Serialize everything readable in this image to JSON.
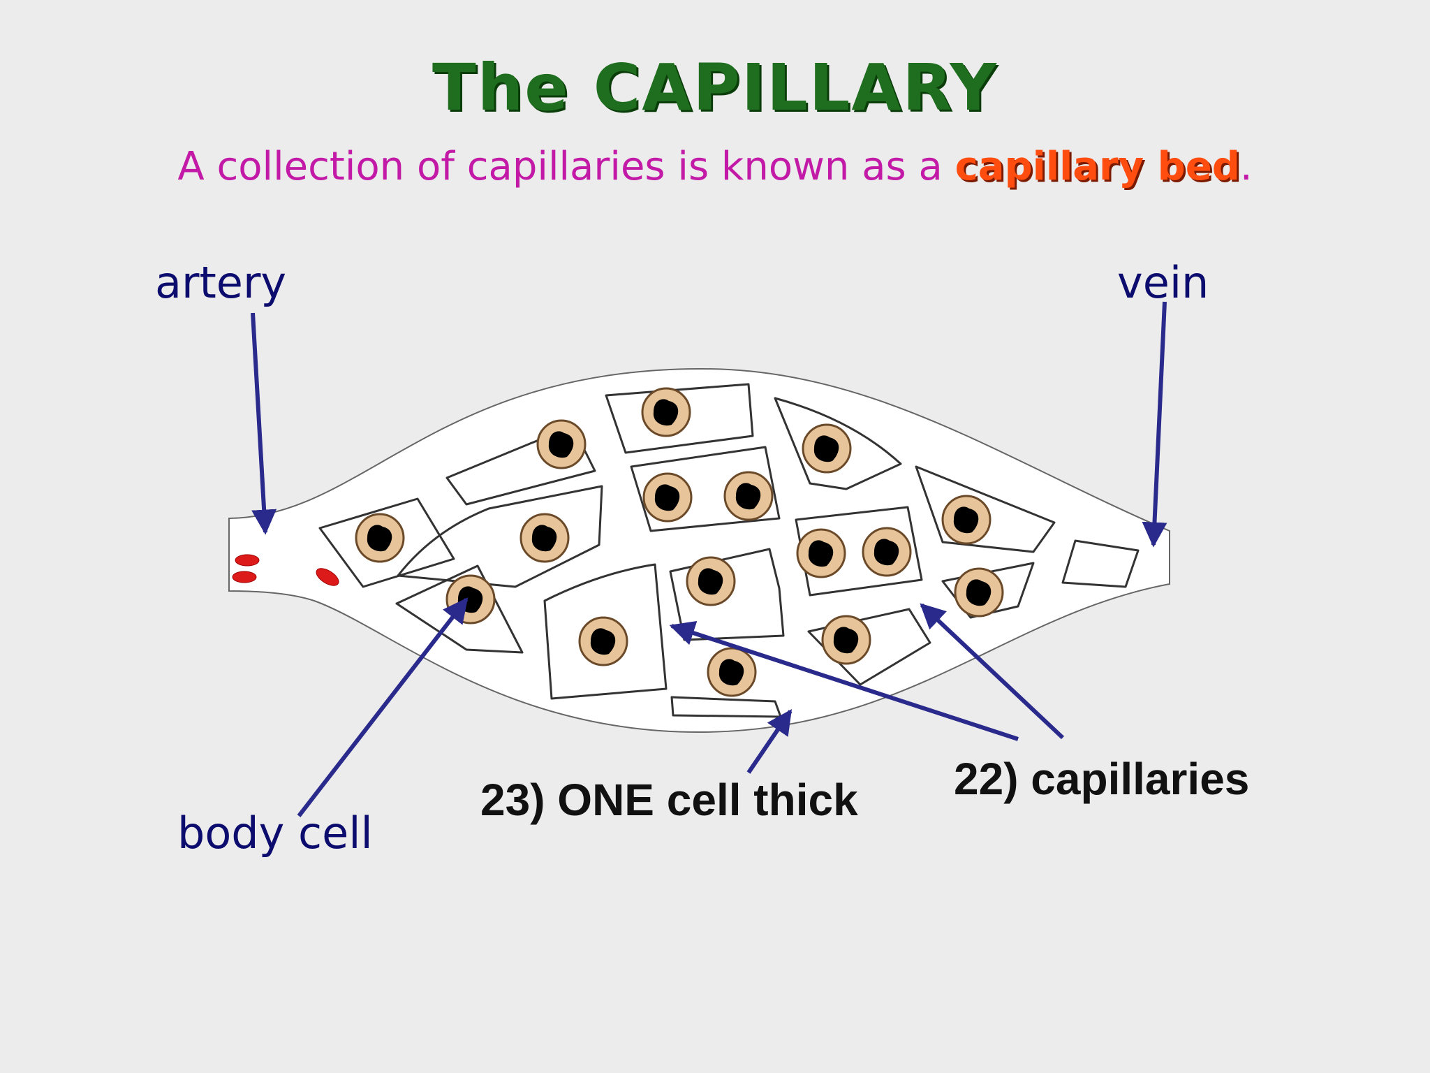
{
  "title": "The CAPILLARY",
  "subtitle": {
    "prefix": "A collection of capillaries is known as a ",
    "highlight": "capillary bed",
    "suffix": "."
  },
  "labels": {
    "artery": "artery",
    "vein": "vein",
    "body_cell": "body cell",
    "one_cell_thick": "23) ONE cell thick",
    "capillaries": "22) capillaries"
  },
  "colors": {
    "background": "#ececec",
    "title": "#1f6e1f",
    "subtitle": "#c21aa6",
    "highlight": "#ff4d10",
    "label_blue": "#0c0c6e",
    "arrow": "#2a2a8c",
    "blood_cell": "#dd1a1a",
    "cell_ring": "#e8c49a",
    "nucleus": "#000000"
  }
}
